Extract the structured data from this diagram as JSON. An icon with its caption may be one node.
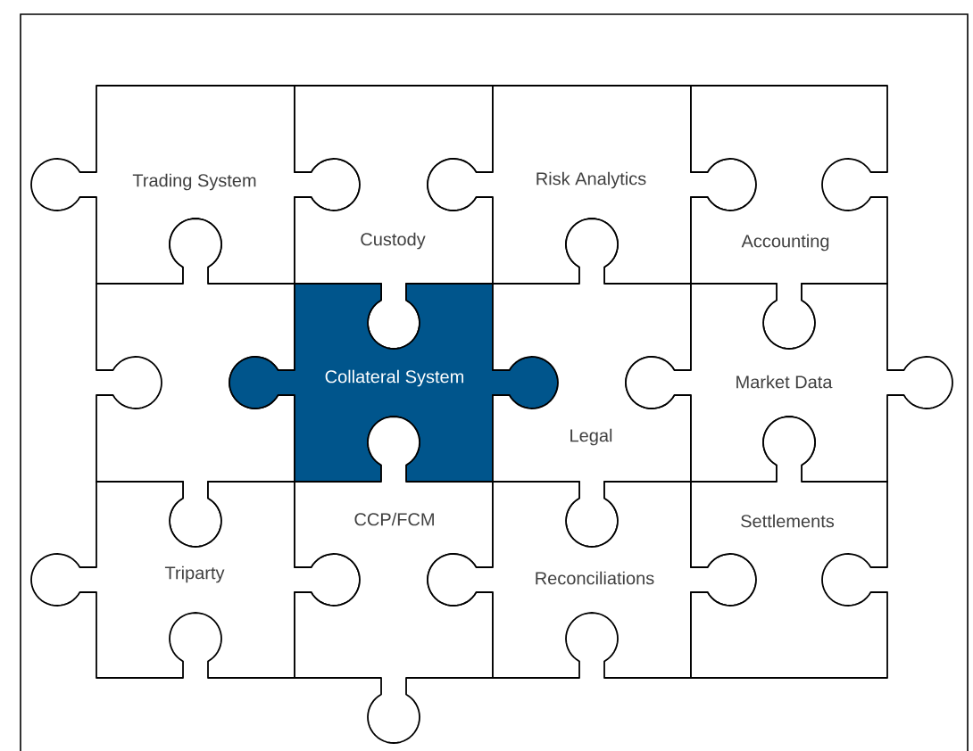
{
  "diagram": {
    "nodes": [
      {
        "text": [
          "Trading System"
        ]
      },
      {
        "text": [
          "Custody"
        ]
      },
      {
        "text": [
          "Risk Analytics"
        ]
      },
      {
        "text": [
          "Accounting"
        ]
      },
      {
        "text": [],
        "shape": "piece"
      },
      {
        "text": [
          "Collateral System"
        ]
      },
      {
        "text": [
          "Legal"
        ]
      },
      {
        "text": [
          "Market Data"
        ]
      },
      {
        "text": [
          "Triparty"
        ]
      },
      {
        "text": [
          "CCP/FCM"
        ]
      },
      {
        "text": [
          "Reconciliations"
        ]
      },
      {
        "text": [
          "Settlements"
        ]
      }
    ]
  }
}
